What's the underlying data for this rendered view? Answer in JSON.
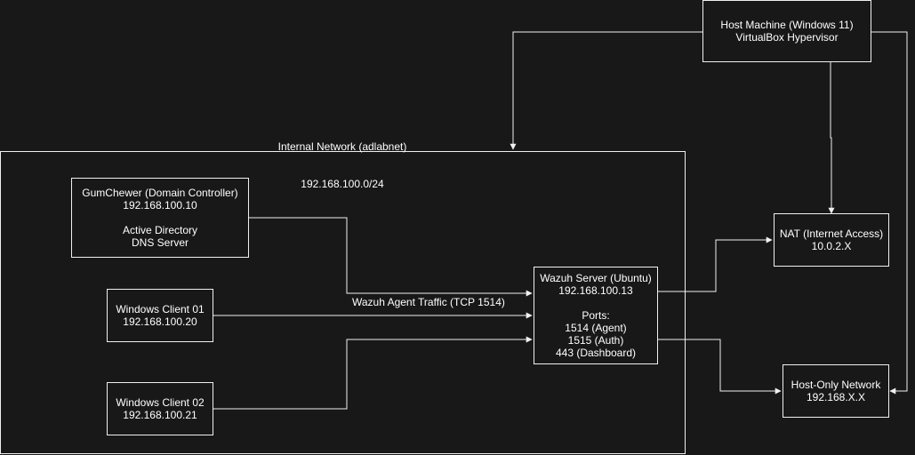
{
  "colors": {
    "background": "#181818",
    "stroke": "#f0f0f0",
    "text": "#ffffff"
  },
  "network": {
    "title": "Internal Network (adlabnet)",
    "subnet": "192.168.100.0/24"
  },
  "host": {
    "line1": "Host Machine (Windows 11)",
    "line2": "VirtualBox Hypervisor"
  },
  "dc": {
    "line1": "GumChewer (Domain Controller)",
    "line2": "192.168.100.10",
    "line3": "Active Directory",
    "line4": "DNS Server"
  },
  "client01": {
    "line1": "Windows Client 01",
    "line2": "192.168.100.20"
  },
  "client02": {
    "line1": "Windows Client 02",
    "line2": "192.168.100.21"
  },
  "wazuh": {
    "line1": "Wazuh Server (Ubuntu)",
    "line2": "192.168.100.13",
    "ports_title": "Ports:",
    "port1": "1514 (Agent)",
    "port2": "1515 (Auth)",
    "port3": "443 (Dashboard)"
  },
  "nat": {
    "line1": "NAT (Internet Access)",
    "line2": "10.0.2.X"
  },
  "hostonly": {
    "line1": "Host-Only Network",
    "line2": "192.168.X.X"
  },
  "edge_label": "Wazuh Agent Traffic (TCP 1514)"
}
